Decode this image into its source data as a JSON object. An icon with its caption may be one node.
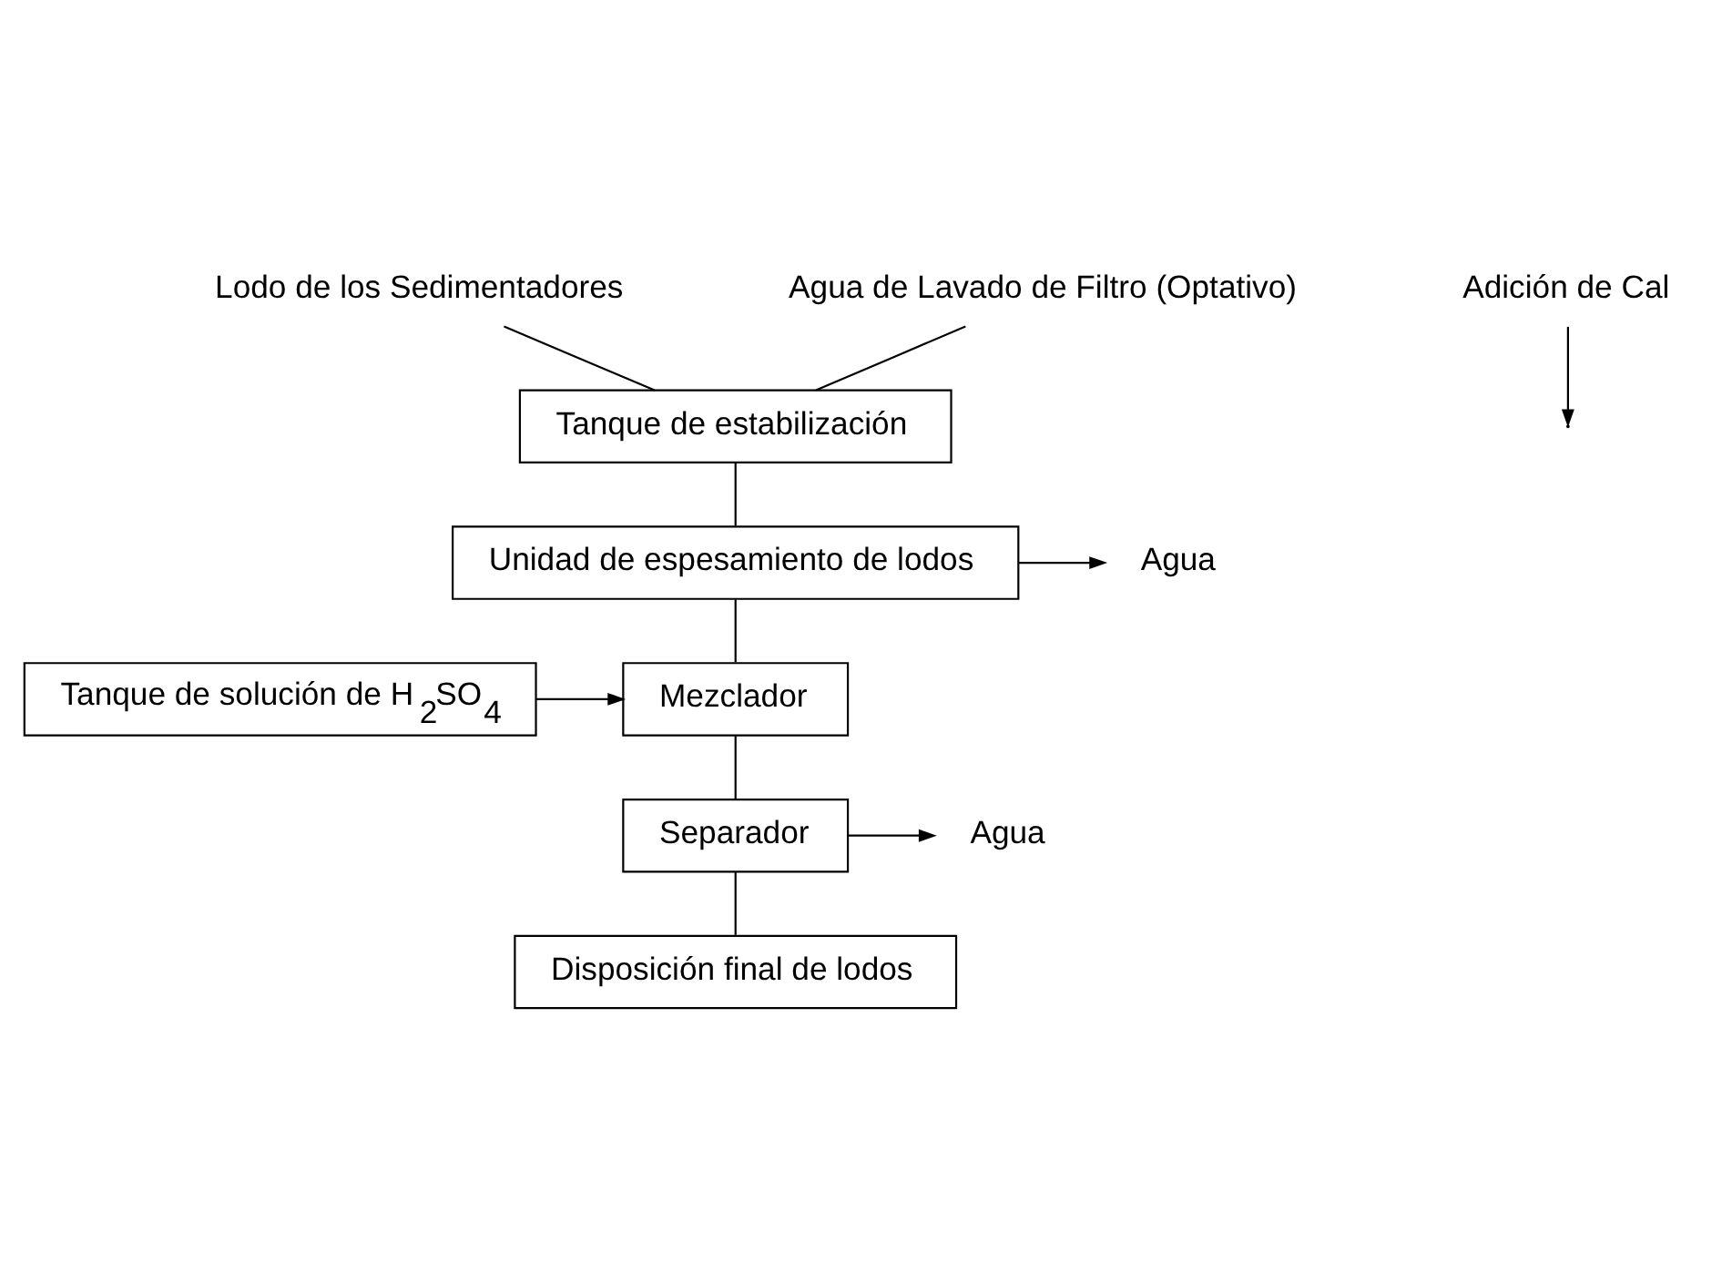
{
  "diagram": {
    "nodes": [
      {
        "text": [
          "Lodo de los Sedimentadores"
        ]
      },
      {
        "text": [
          "Agua de Lavado de Filtro (Optativo)"
        ]
      },
      {
        "text": [
          "Tanque de estabilización"
        ]
      },
      {
        "text": [
          "Unidad de espesamiento de lodos"
        ]
      },
      {
        "text": [
          "Agua"
        ]
      },
      {
        "text": [
          "Mezclador"
        ]
      },
      {
        "text": [
          "Tanque de solución de H$_{2}$SO$_{4}$"
        ]
      },
      {
        "text": [
          "Separador"
        ]
      },
      {
        "text": [
          "Agua"
        ]
      },
      {
        "text": [
          "Adición de Cal"
        ]
      },
      {
        "text": [
          "Disposición final de lodos"
        ]
      }
    ],
    "edges": [
      {
        "from": 0,
        "to": 2,
        "arrow": "none"
      },
      {
        "from": 1,
        "to": 2,
        "arrow": "none"
      },
      {
        "from": 2,
        "to": 3,
        "arrow": "none"
      },
      {
        "from": 3,
        "to": 4,
        "arrow": "to"
      },
      {
        "from": 3,
        "to": 5,
        "arrow": "none"
      },
      {
        "from": 6,
        "to": 5,
        "arrow": "to"
      },
      {
        "from": 5,
        "to": 7,
        "arrow": "none"
      },
      {
        "from": 7,
        "to": 8,
        "arrow": "to"
      },
      {
        "from": 7,
        "to": 10,
        "arrow": "none"
      },
      {
        "from": 9,
        "to": null,
        "arrow": "to"
      }
    ]
  }
}
